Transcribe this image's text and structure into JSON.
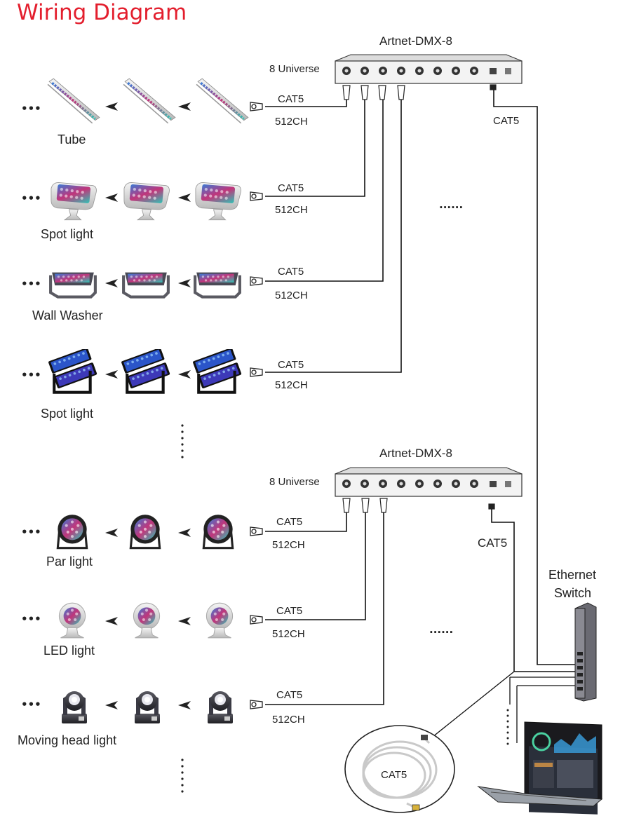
{
  "title": "Wiring Diagram",
  "controllers": [
    {
      "name": "Artnet-DMX-8",
      "universe_label": "8 Universe",
      "cat5_label": "CAT5"
    },
    {
      "name": "Artnet-DMX-8",
      "universe_label": "8 Universe",
      "cat5_label": "CAT5"
    }
  ],
  "rows": [
    {
      "label": "Tube",
      "cable": "CAT5",
      "channels": "512CH",
      "more": "•••",
      "type": "tube"
    },
    {
      "label": "Spot light",
      "cable": "CAT5",
      "channels": "512CH",
      "more": "•••",
      "type": "spot"
    },
    {
      "label": "Wall Washer",
      "cable": "CAT5",
      "channels": "512CH",
      "more": "•••",
      "type": "washer"
    },
    {
      "label": "Spot light",
      "cable": "CAT5",
      "channels": "512CH",
      "more": "•••",
      "type": "floodpanel"
    },
    {
      "label": "Par light",
      "cable": "CAT5",
      "channels": "512CH",
      "more": "•••",
      "type": "par"
    },
    {
      "label": "LED light",
      "cable": "CAT5",
      "channels": "512CH",
      "more": "•••",
      "type": "ledlight"
    },
    {
      "label": "Moving head light",
      "cable": "CAT5",
      "channels": "512CH",
      "more": "•••",
      "type": "movinghead"
    }
  ],
  "ellipsis_h": "······",
  "ethernet_switch": {
    "line1": "Ethernet",
    "line2": "Switch"
  },
  "cable_coil_label": "CAT5",
  "colors": {
    "title": "#e31e2d",
    "wire": "#111111",
    "device": "#eeeeee"
  }
}
